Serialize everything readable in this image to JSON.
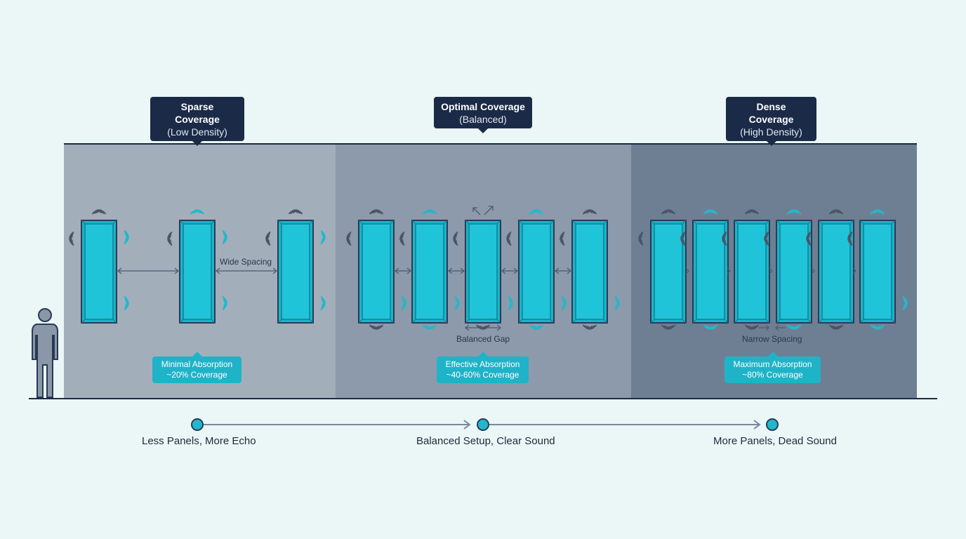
{
  "zones": [
    {
      "id": "sparse",
      "title": "Sparse Coverage",
      "subtitle": "(Low Density)",
      "callout_line1": "Minimal Absorption",
      "callout_line2": "~20% Coverage",
      "spacing_label": "Wide Spacing",
      "bottom_label": "Less Panels, More Echo"
    },
    {
      "id": "optimal",
      "title": "Optimal Coverage",
      "subtitle": "(Balanced)",
      "callout_line1": "Effective Absorption",
      "callout_line2": "~40-60% Coverage",
      "spacing_label": "Balanced Gap",
      "bottom_label": "Balanced Setup, Clear Sound"
    },
    {
      "id": "dense",
      "title": "Dense Coverage",
      "subtitle": "(High Density)",
      "callout_line1": "Maximum Absorption",
      "callout_line2": "~80% Coverage",
      "spacing_label": "Narrow Spacing",
      "bottom_label": "More Panels, Dead Sound"
    }
  ],
  "panel_counts": [
    3,
    5,
    6
  ],
  "colors": {
    "background": "#eaf7f6",
    "zone_sparse": "#a3aebb",
    "zone_optimal": "#8c9aab",
    "zone_dense": "#6f7f93",
    "panel": "#1cb3c9",
    "panel_edge": "#2a3a55",
    "accent": "#22b8cc",
    "dark": "#1b2a47"
  },
  "icons": [
    "person-icon",
    "sound-wave-icon",
    "spacing-arrow-icon"
  ]
}
